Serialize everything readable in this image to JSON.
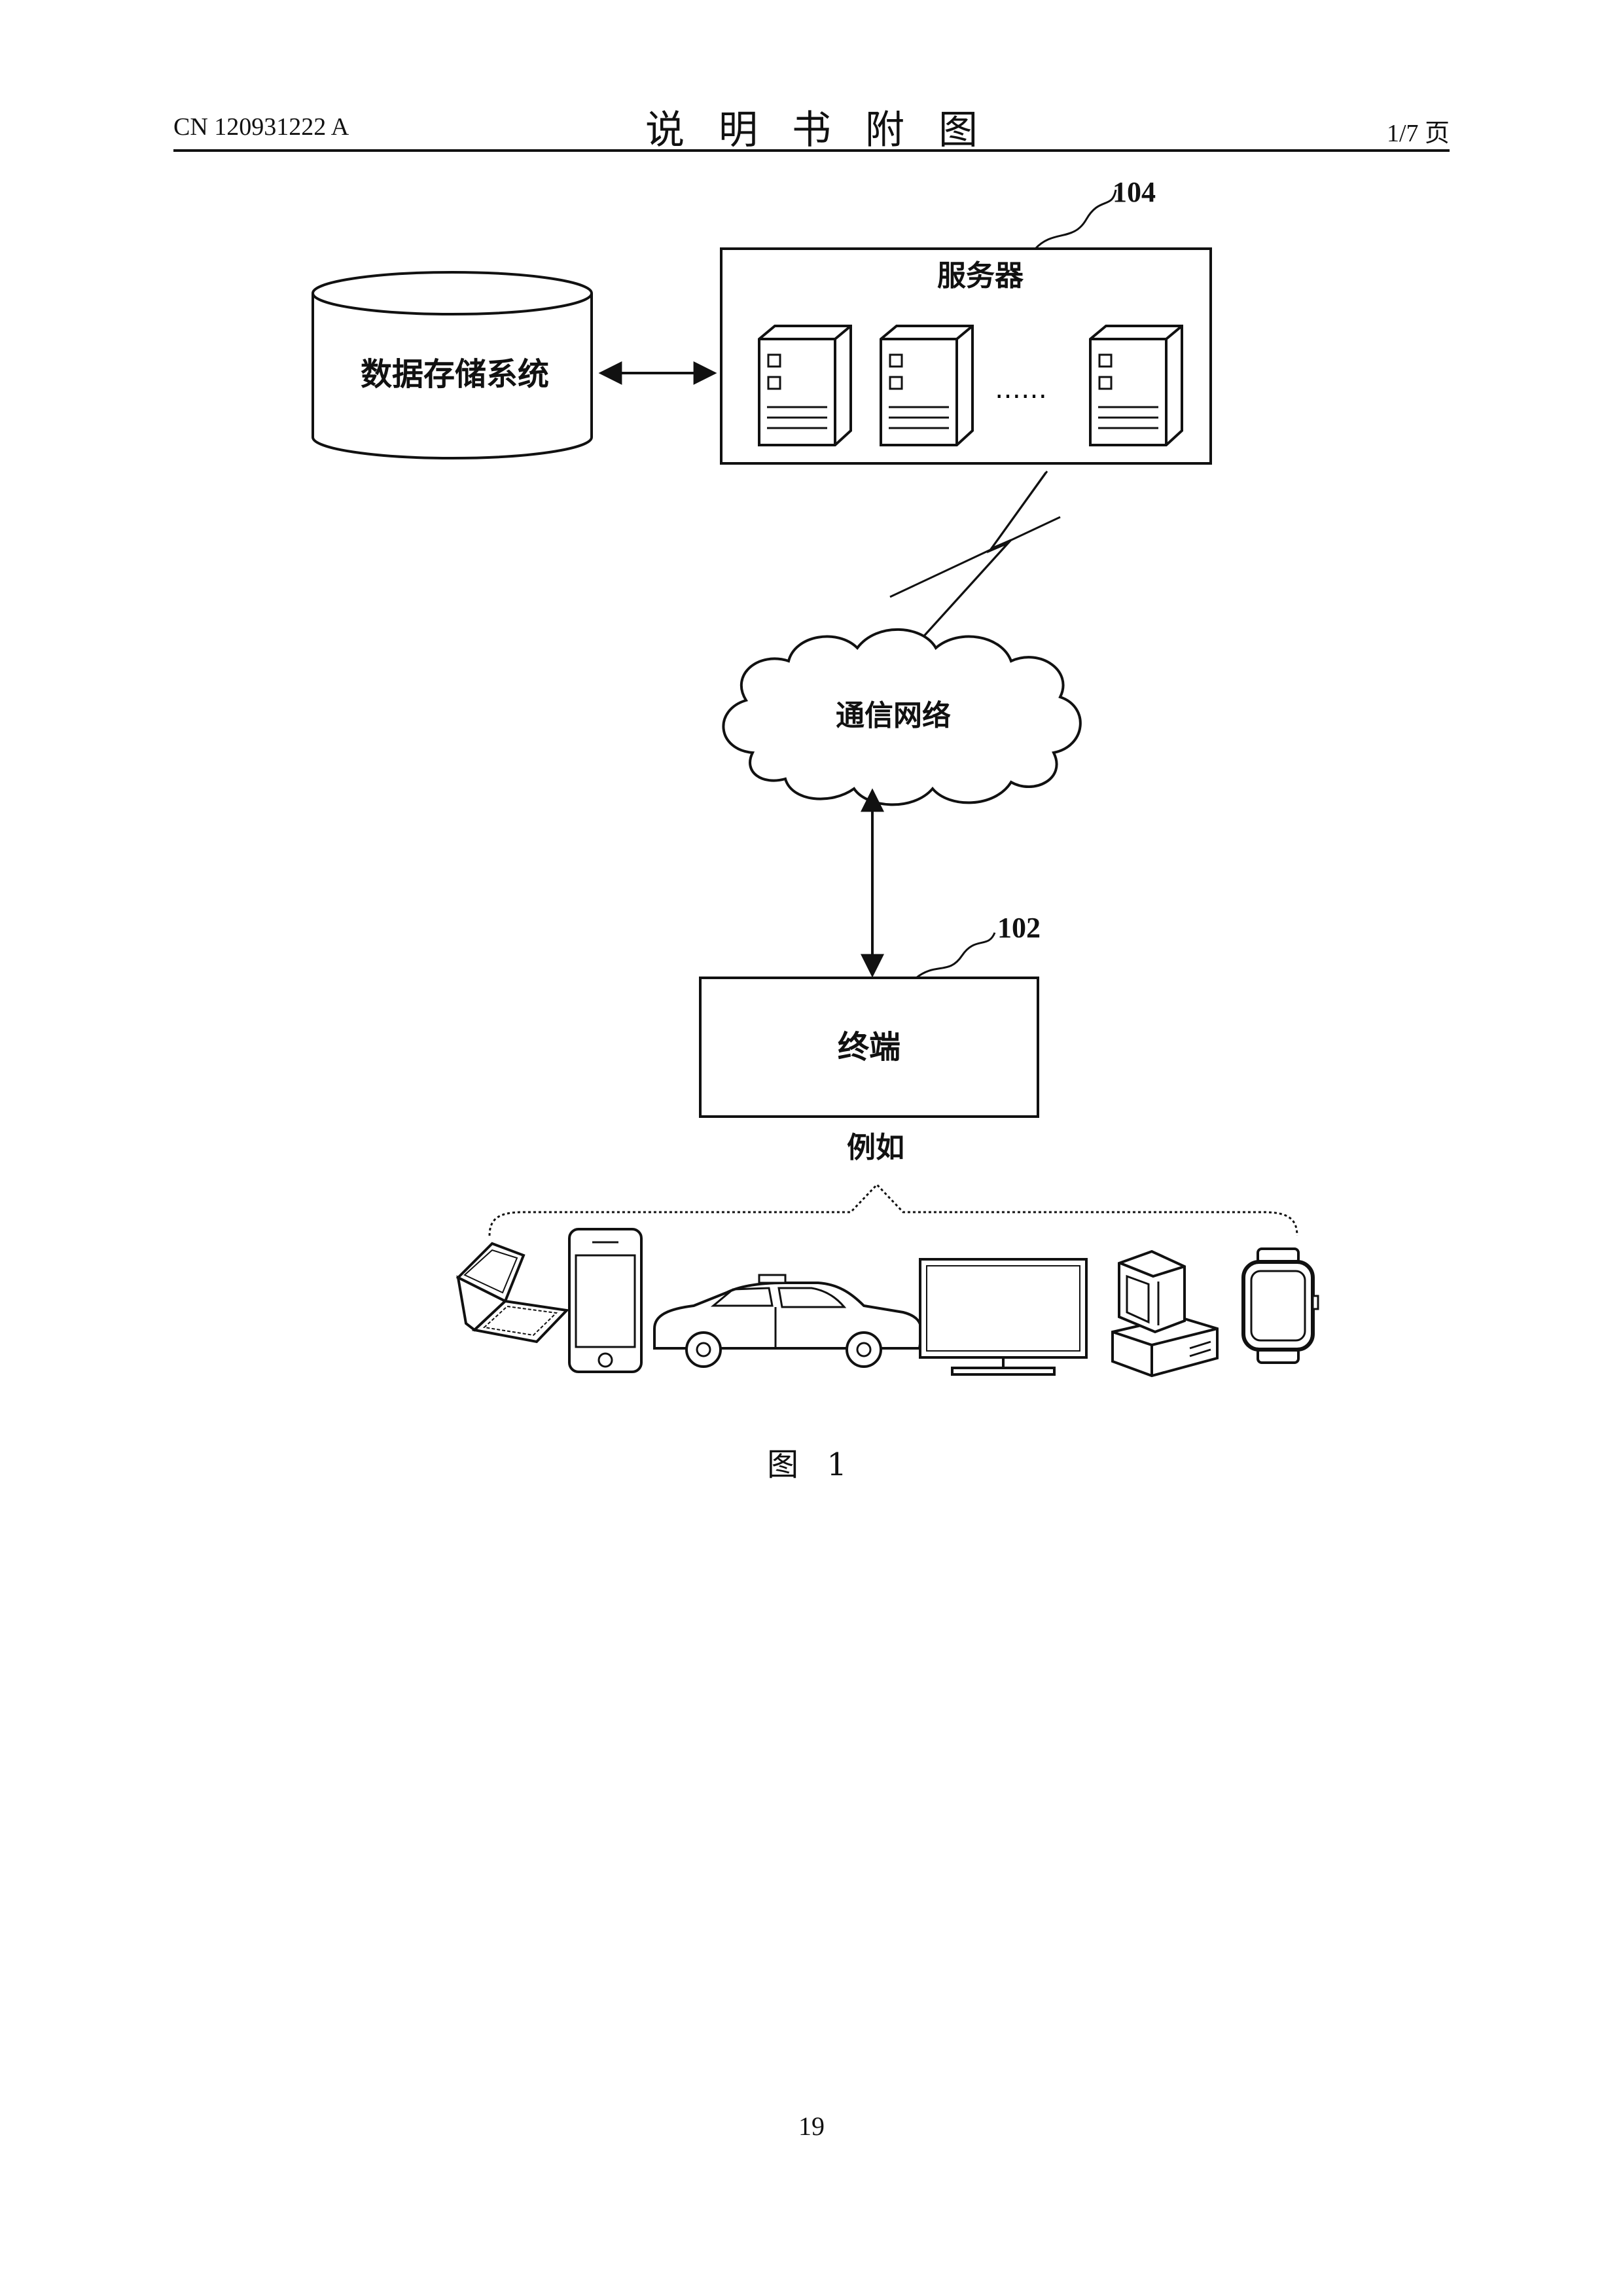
{
  "header": {
    "publication_number": "CN 120931222 A",
    "title": "说明书附图",
    "page_of": "1/7 页"
  },
  "diagram": {
    "storage": {
      "label": "数据存储系统"
    },
    "server": {
      "label": "服务器",
      "ref": "104",
      "ellipsis": "……"
    },
    "network": {
      "label": "通信网络"
    },
    "terminal": {
      "label": "终端",
      "ref": "102",
      "examples_label": "例如"
    },
    "devices": [
      "laptop-icon",
      "smartphone-icon",
      "car-icon",
      "monitor-icon",
      "desktop-computer-icon",
      "smartwatch-icon"
    ]
  },
  "caption": "图 1",
  "page_number": "19"
}
